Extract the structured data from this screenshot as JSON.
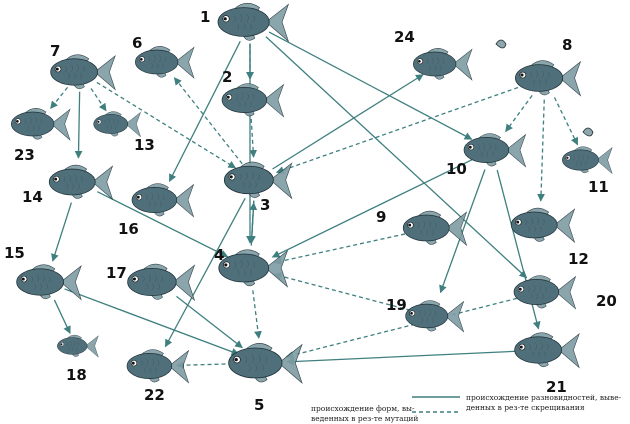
{
  "diagram": {
    "nodes": [
      {
        "id": "1",
        "label": "1"
      },
      {
        "id": "2",
        "label": "2"
      },
      {
        "id": "3",
        "label": "3"
      },
      {
        "id": "4",
        "label": "4"
      },
      {
        "id": "5",
        "label": "5"
      },
      {
        "id": "6",
        "label": "6"
      },
      {
        "id": "7",
        "label": "7"
      },
      {
        "id": "8",
        "label": "8"
      },
      {
        "id": "9",
        "label": "9"
      },
      {
        "id": "10",
        "label": "10"
      },
      {
        "id": "11",
        "label": "11"
      },
      {
        "id": "12",
        "label": "12"
      },
      {
        "id": "13",
        "label": "13"
      },
      {
        "id": "14",
        "label": "14"
      },
      {
        "id": "15",
        "label": "15"
      },
      {
        "id": "16",
        "label": "16"
      },
      {
        "id": "17",
        "label": "17"
      },
      {
        "id": "18",
        "label": "18"
      },
      {
        "id": "19",
        "label": "19"
      },
      {
        "id": "20",
        "label": "20"
      },
      {
        "id": "21",
        "label": "21"
      },
      {
        "id": "22",
        "label": "22"
      },
      {
        "id": "23",
        "label": "23"
      },
      {
        "id": "24",
        "label": "24"
      }
    ],
    "edges_solid": [
      [
        "1",
        "2"
      ],
      [
        "1",
        "16"
      ],
      [
        "1",
        "4"
      ],
      [
        "1",
        "20"
      ],
      [
        "1",
        "10"
      ],
      [
        "3",
        "24"
      ],
      [
        "3",
        "4"
      ],
      [
        "3",
        "22"
      ],
      [
        "7",
        "14"
      ],
      [
        "14",
        "15"
      ],
      [
        "14",
        "4"
      ],
      [
        "15",
        "18"
      ],
      [
        "15",
        "5"
      ],
      [
        "17",
        "5"
      ],
      [
        "4",
        "3"
      ],
      [
        "10",
        "19"
      ],
      [
        "10",
        "21"
      ],
      [
        "10",
        "4"
      ],
      [
        "21",
        "5"
      ]
    ],
    "edges_dashed": [
      [
        "1",
        "2"
      ],
      [
        "2",
        "3"
      ],
      [
        "7",
        "23"
      ],
      [
        "7",
        "13"
      ],
      [
        "7",
        "3"
      ],
      [
        "3",
        "6"
      ],
      [
        "3",
        "4"
      ],
      [
        "4",
        "5"
      ],
      [
        "5",
        "22"
      ],
      [
        "8",
        "3"
      ],
      [
        "8",
        "10"
      ],
      [
        "8",
        "11"
      ],
      [
        "8",
        "12"
      ],
      [
        "9",
        "4"
      ],
      [
        "19",
        "4"
      ],
      [
        "20",
        "5"
      ]
    ],
    "line_color": "#3f7f7f"
  },
  "legend": {
    "solid_label_line1": "происхождение разновидностей, выве-",
    "solid_label_line2": "денных в рез-те скрещивания",
    "dashed_label_line1": "происхождение форм, вы-",
    "dashed_label_line2": "веденных в рез-те мутаций"
  }
}
